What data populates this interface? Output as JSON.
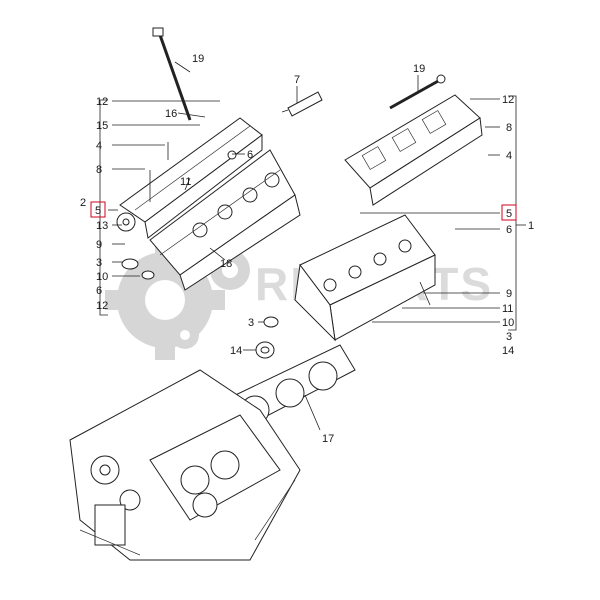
{
  "watermark": {
    "text": "RMPARTS",
    "color": "#9a9a9a"
  },
  "callouts_left": [
    "12",
    "16",
    "15",
    "4",
    "6",
    "8",
    "11",
    "2",
    "5",
    "13",
    "9",
    "3",
    "10",
    "6",
    "12",
    "18"
  ],
  "callouts_right": [
    "7",
    "19",
    "12",
    "8",
    "4",
    "5",
    "1",
    "6",
    "9",
    "11",
    "10",
    "3",
    "14"
  ],
  "callouts_misc": [
    "19",
    "3",
    "14",
    "17"
  ],
  "colors": {
    "line": "#222222",
    "highlight_box": "#d0021b"
  }
}
